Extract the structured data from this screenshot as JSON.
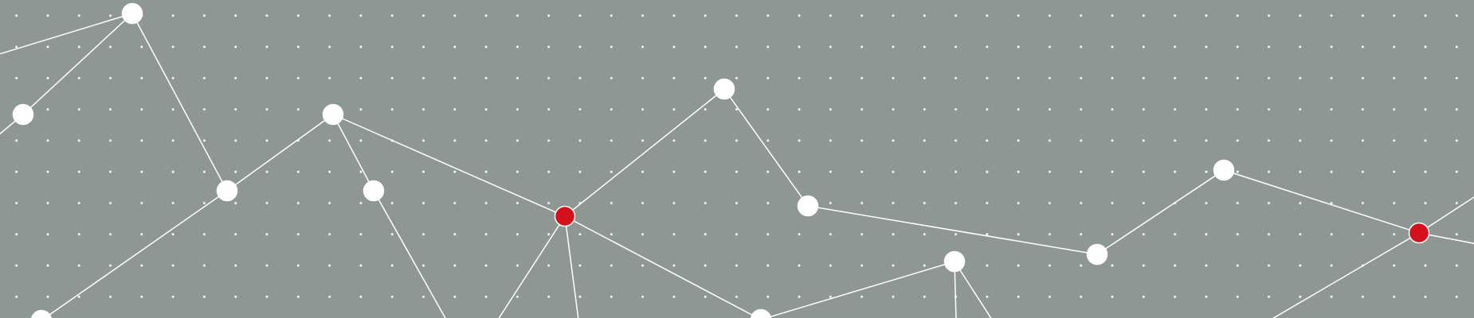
{
  "colors": {
    "background": "#8f9795",
    "grid_dot": "#ffffff",
    "edge": "#ffffff",
    "node": "#ffffff",
    "highlight_node": "#d3101b"
  },
  "network": {
    "nodes": [
      {
        "id": "n1",
        "highlighted": false
      },
      {
        "id": "n2",
        "highlighted": false
      },
      {
        "id": "n3",
        "highlighted": false
      },
      {
        "id": "n4",
        "highlighted": false
      },
      {
        "id": "n5",
        "highlighted": false
      },
      {
        "id": "n6",
        "highlighted": true
      },
      {
        "id": "n7",
        "highlighted": false
      },
      {
        "id": "n8",
        "highlighted": false
      },
      {
        "id": "n9",
        "highlighted": false
      },
      {
        "id": "n10",
        "highlighted": false
      },
      {
        "id": "n11",
        "highlighted": false
      },
      {
        "id": "n12",
        "highlighted": false
      },
      {
        "id": "n13",
        "highlighted": true
      },
      {
        "id": "n14",
        "highlighted": false
      },
      {
        "id": "n15",
        "highlighted": false
      }
    ],
    "edges": [
      [
        "n1",
        "n2"
      ],
      [
        "n1",
        "n3"
      ],
      [
        "n1",
        "n4"
      ],
      [
        "n4",
        "n5"
      ],
      [
        "n4",
        "n14"
      ],
      [
        "n5",
        "n6"
      ],
      [
        "n5",
        "n7"
      ],
      [
        "n6",
        "n8"
      ],
      [
        "n8",
        "n9"
      ],
      [
        "n9",
        "n10"
      ],
      [
        "n10",
        "n12"
      ],
      [
        "n12",
        "n13"
      ],
      [
        "n6",
        "n15"
      ],
      [
        "n15",
        "n11"
      ]
    ]
  }
}
